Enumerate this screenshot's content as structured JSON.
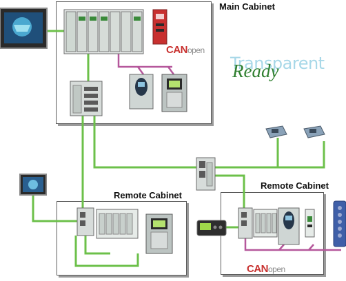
{
  "labels": {
    "main_cabinet": "Main Cabinet",
    "remote_cabinet_left": "Remote Cabinet",
    "remote_cabinet_right": "Remote Cabinet"
  },
  "logos": {
    "can_main": {
      "can": "CAN",
      "open": "open"
    },
    "can_remote": {
      "can": "CAN",
      "open": "open"
    },
    "transparent": "Transparent",
    "ready": "Ready"
  },
  "colors": {
    "ethernet": "#6cc04a",
    "canbus": "#b5579b",
    "cabinet_border": "#5a5a5a"
  },
  "icons": [
    "hmi-touch-panel-icon",
    "plc-rack-icon",
    "ethernet-switch-icon",
    "variable-speed-drive-icon",
    "distributed-io-icon",
    "remote-sensor-icon",
    "operator-keypad-icon",
    "hmi-small-panel-icon"
  ]
}
